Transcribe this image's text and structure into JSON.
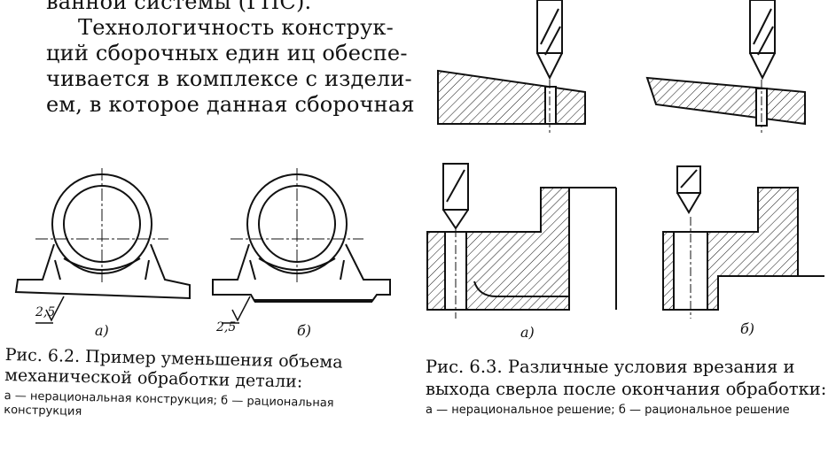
{
  "body_text": {
    "lines": [
      "ванной системы (ГПС).",
      "Технологичность конструк-",
      "ций сборочных един иц обеспе-",
      "чивается в комплексе с издели-",
      "ем, в которое данная сборочная"
    ]
  },
  "figure_6_2": {
    "roughness_left": "2,5",
    "roughness_right": "2,5",
    "label_a": "а)",
    "label_b": "б)",
    "caption_title": "Рис. 6.2. Пример уменьшения объема механической обработки детали:",
    "caption_legend": "а — нерациональная конструкция; б — рациональная конструкция"
  },
  "figure_6_3": {
    "label_a": "а)",
    "label_b": "б)",
    "caption_title": "Рис. 6.3. Различные условия врезания и выхода сверла после окончания обработки:",
    "caption_legend": "а — нерациональное решение; б — рациональное решение"
  },
  "colors": {
    "ink": "#111111",
    "paper": "#ffffff"
  }
}
